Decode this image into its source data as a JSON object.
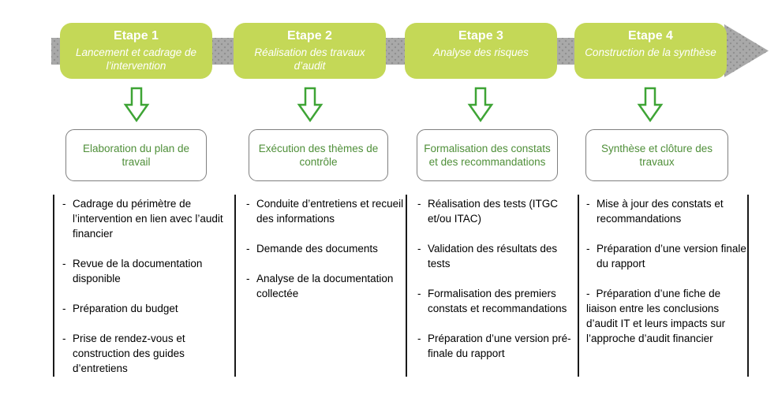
{
  "ui": {
    "bullet_char": "-"
  },
  "colors": {
    "stage_box_green": "#c4d857",
    "process_arrow_gray": "#a9a9a9",
    "subtitle_text_green": "#4f8f39",
    "down_arrow_green": "#3ea435",
    "body_text": "#000000"
  },
  "stages": [
    {
      "title": "Etape 1",
      "subtitle": "Lancement et cadrage de l’intervention",
      "box": "Elaboration du plan de travail",
      "items": [
        "Cadrage du périmètre de l’intervention en lien avec l’audit financier",
        "Revue de la documentation disponible",
        "Préparation du budget",
        "Prise de rendez-vous et construction des guides d’entretiens"
      ]
    },
    {
      "title": "Etape 2",
      "subtitle": "Réalisation des travaux d’audit",
      "box": "Exécution des thèmes de contrôle",
      "items": [
        "Conduite d’entretiens et recueil des informations",
        "Demande des documents",
        "Analyse de la documentation collectée"
      ]
    },
    {
      "title": "Etape 3",
      "subtitle": "Analyse des risques",
      "box": "Formalisation des constats et des recommandations",
      "items": [
        "Réalisation des tests (ITGC et/ou ITAC)",
        "Validation des résultats des tests",
        "Formalisation des premiers constats et recommandations",
        "Préparation d’une version pré-finale du rapport"
      ]
    },
    {
      "title": "Etape 4",
      "subtitle": "Construction de la synthèse",
      "box": "Synthèse et clôture des travaux",
      "items": [
        "Mise à jour des constats et recommandations",
        "Préparation d’une version finale du rapport",
        "Préparation d’une fiche de liaison entre les conclusions d’audit IT et leurs impacts sur l’approche d’audit financier"
      ]
    }
  ]
}
